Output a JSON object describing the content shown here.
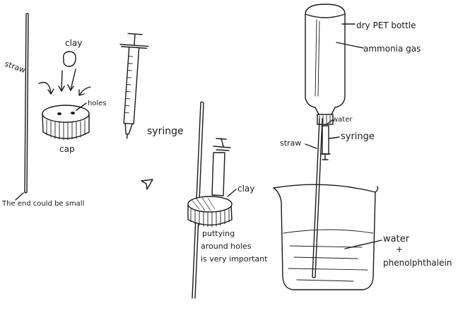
{
  "labels": {
    "straw_left": "straw",
    "clay_top": "clay",
    "holes": "holes",
    "cap": "cap",
    "syringe_top": "syringe",
    "end_note": "The end could be small",
    "clay_mid": "clay",
    "putty_line1": "puttying",
    "putty_line2": "around holes",
    "putty_line3": "is very important",
    "bottle": "dry PET bottle",
    "ammonia": "ammonia gas",
    "water_top": "water",
    "syringe_right": "syringe",
    "straw_right": "straw",
    "water_beaker": "water",
    "plus": "+",
    "phenol": "phenolphthalein"
  },
  "colors": {
    "ink": "#1a1a1a",
    "paper": "#ffffff"
  }
}
